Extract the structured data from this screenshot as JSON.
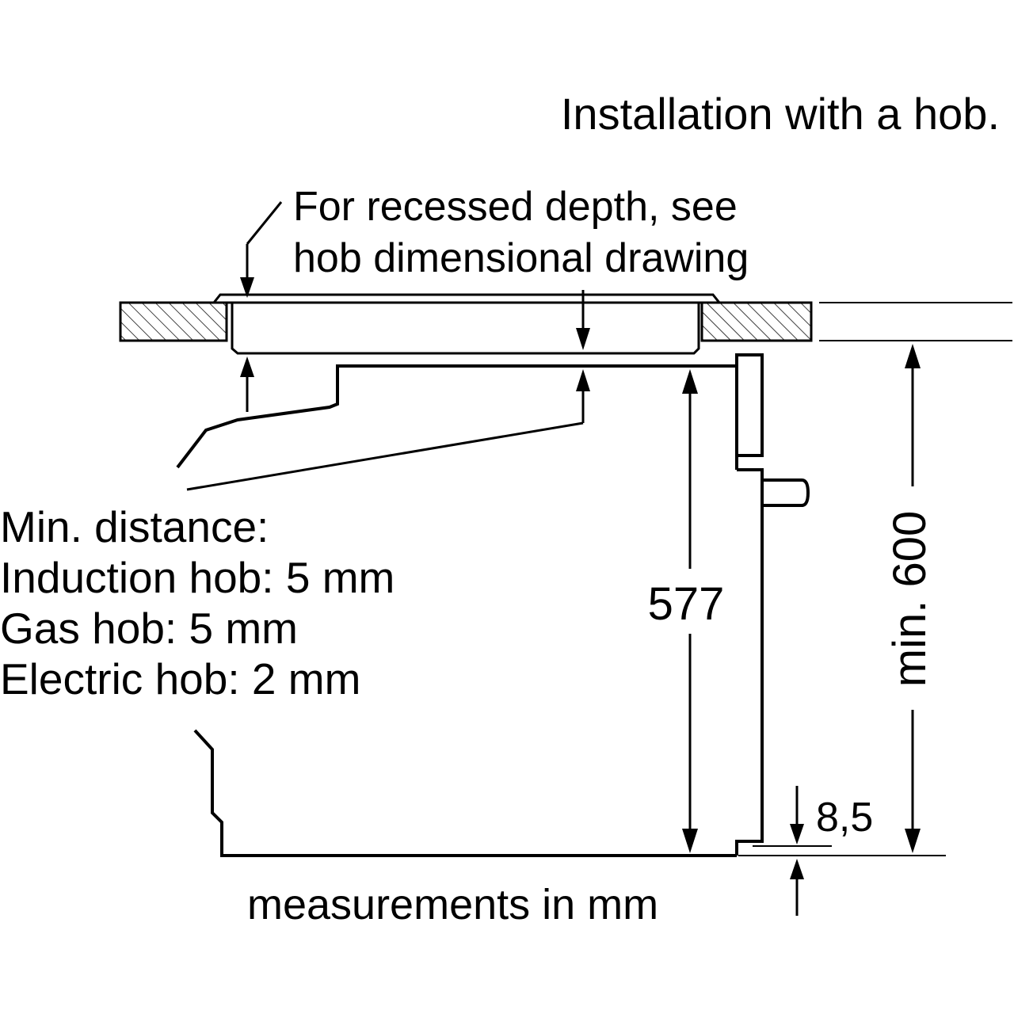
{
  "title": "Installation with a hob.",
  "recess_note": {
    "line1": "For recessed depth, see",
    "line2": "hob dimensional drawing"
  },
  "min_distance": {
    "heading": "Min. distance:",
    "lines": [
      "Induction hob: 5 mm",
      "Gas hob: 5 mm",
      "Electric hob: 2 mm"
    ]
  },
  "dimensions": {
    "oven_height": "577",
    "niche_height": "min. 600",
    "offset": "8,5"
  },
  "units_note": "measurements in mm"
}
